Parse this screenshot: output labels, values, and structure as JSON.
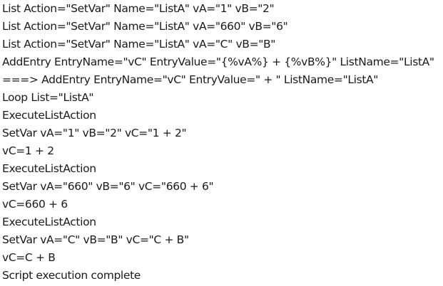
{
  "log": {
    "lines": [
      "List Action=\"SetVar\" Name=\"ListA\" vA=\"1\" vB=\"2\"",
      "List Action=\"SetVar\" Name=\"ListA\" vA=\"660\" vB=\"6\"",
      "List Action=\"SetVar\" Name=\"ListA\" vA=\"C\" vB=\"B\"",
      "AddEntry EntryName=\"vC\" EntryValue=\"{%vA%} + {%vB%}\" ListName=\"ListA\"",
      "===> AddEntry EntryName=\"vC\" EntryValue=\" + \" ListName=\"ListA\"",
      "Loop List=\"ListA\"",
      "ExecuteListAction",
      "SetVar vA=\"1\" vB=\"2\" vC=\"1 + 2\"",
      "vC=1 + 2",
      "ExecuteListAction",
      "SetVar vA=\"660\" vB=\"6\" vC=\"660 + 6\"",
      "vC=660 + 6",
      "ExecuteListAction",
      "SetVar vA=\"C\" vB=\"B\" vC=\"C + B\"",
      "vC=C + B",
      "Script execution complete"
    ]
  }
}
